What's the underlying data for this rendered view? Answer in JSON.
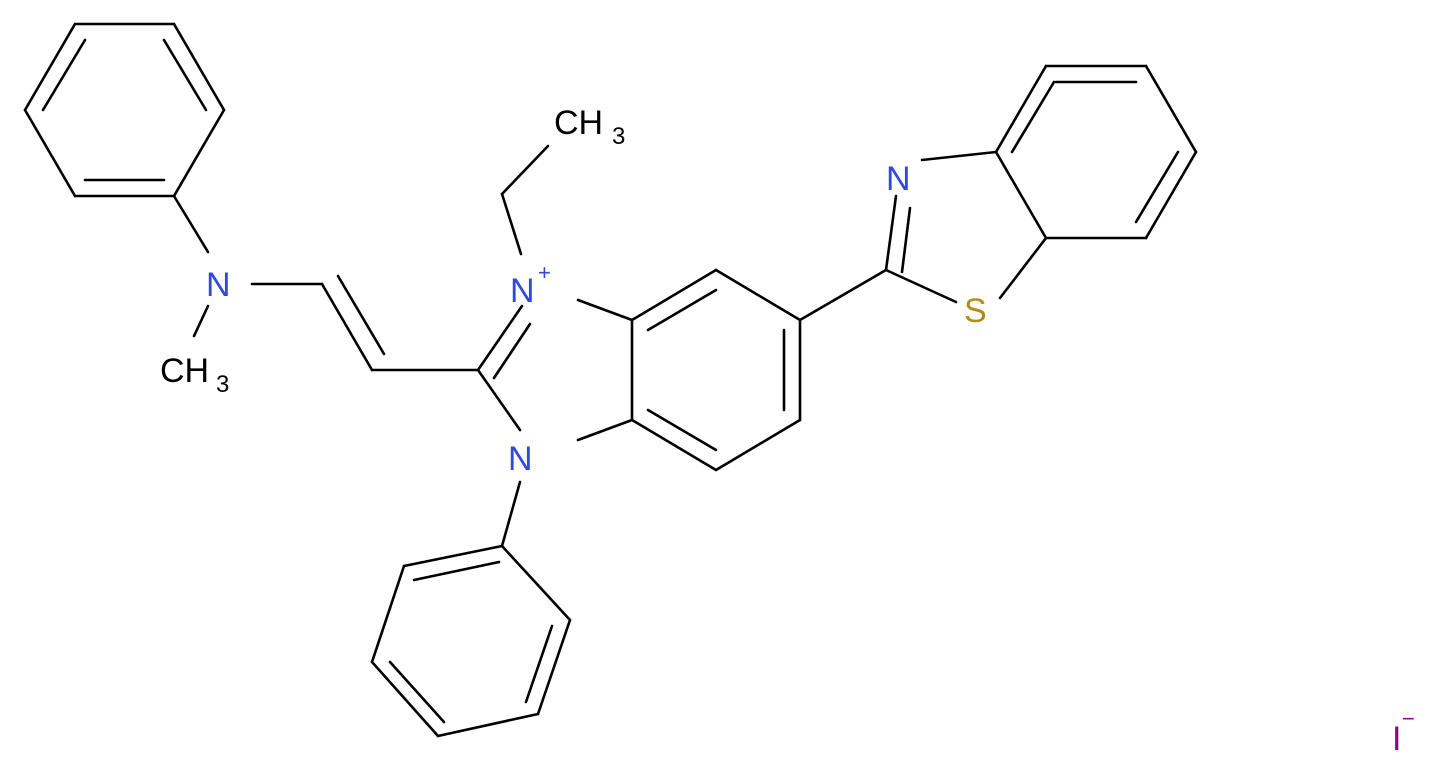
{
  "colors": {
    "bond": "#000000",
    "nitrogen": "#3048e0",
    "sulfur": "#b58a1a",
    "iodine": "#94008f",
    "background": "#ffffff"
  },
  "labels": {
    "n_amine": "N",
    "n_amine_methyl": "CH",
    "n_amine_methyl_sub": "3",
    "n_plus": "N",
    "n_plus_charge": "+",
    "ethyl_methyl": "CH",
    "ethyl_methyl_sub": "3",
    "n_phenyl": "N",
    "n_thiazole": "N",
    "s_thiazole": "S",
    "iodide": "I",
    "iodide_charge": "−"
  }
}
